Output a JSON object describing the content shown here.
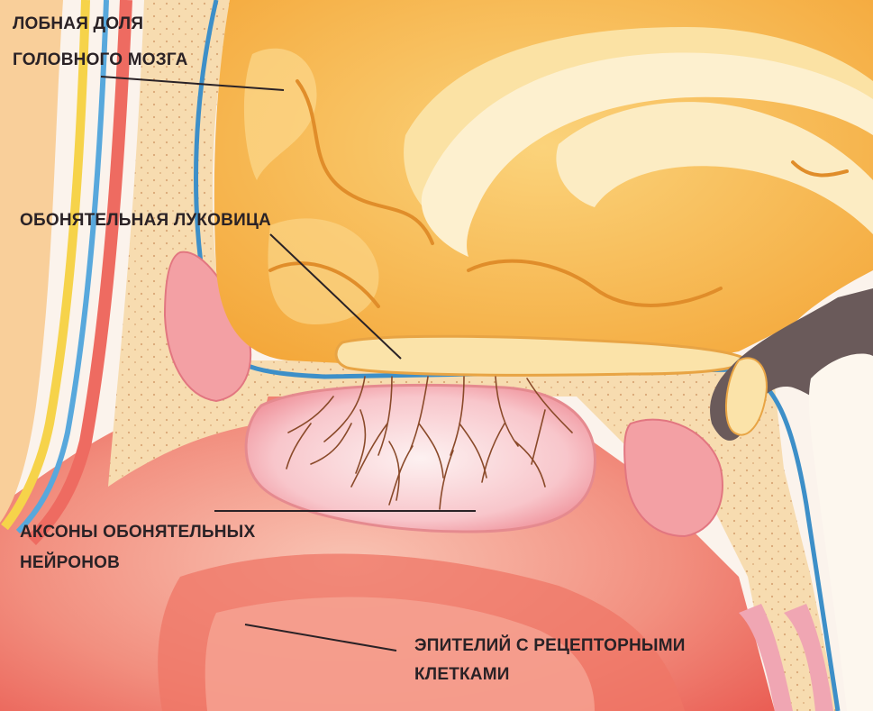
{
  "labels": {
    "frontal_lobe": [
      "ЛОБНАЯ ДОЛЯ",
      "ГОЛОВНОГО МОЗГА"
    ],
    "olfactory_bulb": [
      "ОБОНЯТЕЛЬНАЯ ЛУКОВИЦА"
    ],
    "axons": [
      "АКСОНЫ ОБОНЯТЕЛЬНЫХ",
      "НЕЙРОНОВ"
    ],
    "epithelium": [
      "ЭПИТЕЛИЙ С РЕЦЕПТОРНЫМИ",
      "КЛЕТКАМИ"
    ]
  },
  "colors": {
    "brain": "#f6b23e",
    "brain_light": "#fbdc8c",
    "bone": "#f7dcb0",
    "skin_pink": "#f07a6c",
    "mucosa": "#f5a6a0",
    "dura_blue": "#4a9ad0",
    "text": "#2a2226"
  }
}
